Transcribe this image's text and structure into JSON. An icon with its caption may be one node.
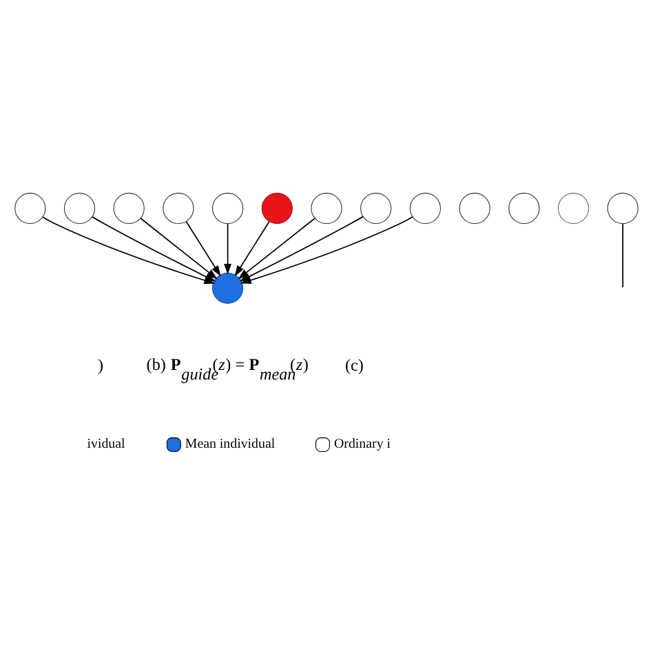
{
  "diagram": {
    "nodes": [
      {
        "text": [],
        "shape": "circle"
      },
      {
        "text": [],
        "shape": "circle"
      },
      {
        "text": [],
        "shape": "circle"
      },
      {
        "text": [],
        "shape": "circle"
      },
      {
        "text": [],
        "shape": "circle"
      },
      {
        "text": [],
        "shape": "circle"
      },
      {
        "text": [],
        "shape": "circle"
      },
      {
        "text": [],
        "shape": "circle"
      },
      {
        "text": [],
        "shape": "circle"
      },
      {
        "text": [],
        "shape": "circle"
      },
      {
        "text": [],
        "shape": "circle"
      },
      {
        "text": [],
        "shape": "circle"
      },
      {
        "text": [],
        "shape": "circle"
      },
      {
        "text": [],
        "shape": "circle"
      }
    ],
    "edges": [
      {
        "from": 0,
        "to": 5,
        "arrow": "to"
      },
      {
        "from": 1,
        "to": 5,
        "arrow": "to"
      },
      {
        "from": 2,
        "to": 5,
        "arrow": "to"
      },
      {
        "from": 6,
        "to": 5,
        "arrow": "to"
      },
      {
        "from": 8,
        "to": 5,
        "arrow": "to"
      },
      {
        "from": 9,
        "to": 5,
        "arrow": "to"
      },
      {
        "from": 11,
        "to": 5,
        "arrow": "to"
      },
      {
        "from": 12,
        "to": 5,
        "arrow": "to"
      },
      {
        "from": 13,
        "to": 5,
        "arrow": "to"
      },
      {
        "from": 10,
        "to": null,
        "arrow": "none"
      }
    ],
    "labels": [
      ")",
      "(b) **P**$_{guide}$(*z*) = **P**$_{mean}$(*z*)",
      "(c)"
    ],
    "legend": [
      {
        "text": "ividual"
      },
      {
        "text": "Mean individual",
        "color": "#1f6fe0"
      },
      {
        "text": "Ordinary i",
        "color": "#ffffff"
      }
    ]
  }
}
